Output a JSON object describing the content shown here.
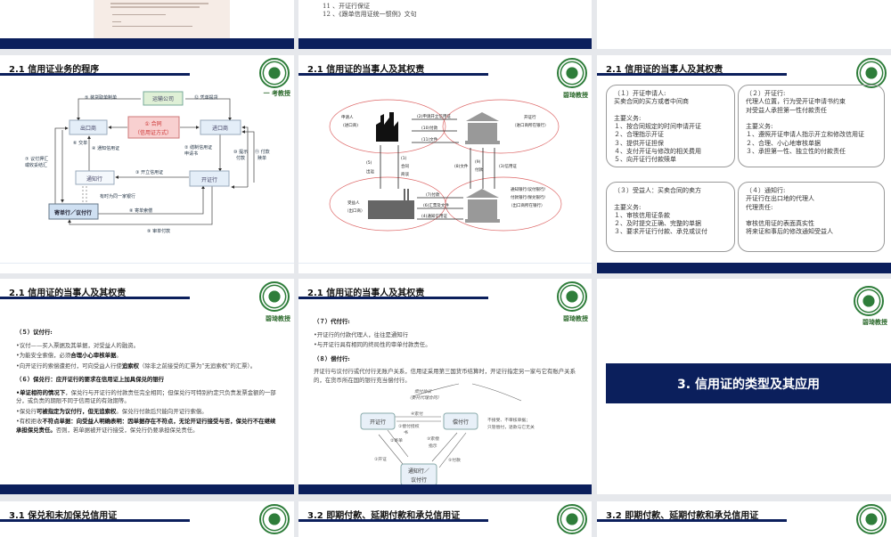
{
  "colors": {
    "navy": "#0b1f5c",
    "logo_green": "#2e7d3a",
    "box_blue": "#dbe8f5",
    "contract_red": "#f8d0d0"
  },
  "logo": {
    "signature": "碧琦教授"
  },
  "top_row": {
    "slide2_lines": [
      "11 、开证行保证",
      "12 、《跟单信用证统一惯例》文句"
    ]
  },
  "slide_process": {
    "title": "2.1  信用证业务的程序",
    "nodes": {
      "shipping": "运输公司",
      "exporter": "出口商",
      "contract": "① 合同",
      "contract2": "（信用证方式）",
      "importer": "进口商",
      "advising": "通知行",
      "issuing": "开证行",
      "negotiating": "寄单行／议付行"
    },
    "labels": [
      "⑤ 装货取单制单",
      "⑫ 凭单提货",
      "⑥ 交单",
      "④ 通知信用证",
      "② 缮制信用证",
      "申请书",
      "③ 开立信用证",
      "⑦ 议付押汇",
      "或收妥结汇",
      "有时为同一家银行",
      "⑧ 寄单索偿",
      "⑨ 审单付款",
      "⑩ 提示",
      "付款",
      "⑪ 付款",
      "赎单"
    ]
  },
  "slide_parties_diagram": {
    "title": "2.1  信用证的当事人及其权责",
    "labels": {
      "applicant": "申请人",
      "applicant2": "(进口商)",
      "issuing": "开证行",
      "issuing2": "（进口商所在银行）",
      "beneficiary": "受益人",
      "beneficiary2": "（出口商）",
      "advising": "通知银行/议付银行/",
      "advising2": "付款银行/保兑银行/",
      "advising3": "（出口商所在银行）"
    },
    "arrows": [
      "(2)申请开立信用证",
      "(10)付款",
      "(11)文件",
      "(1)",
      "合同",
      "商谈",
      "(5)",
      "出运",
      "(8)文件",
      "(9)",
      "付款",
      "(3)信用证",
      "(7)付款",
      "(6)汇票及文件",
      "(4)通知信用证"
    ]
  },
  "slide_parties_boxes": {
    "title": "2.1  信用证的当事人及其权责",
    "boxes": [
      "（１）开证申请人:\n买卖合同的买方或者中间商\n\n主要义务:\n１、按合同规定的时间申请开证\n２、合理指示开证\n３、提供开证担保\n４、支付开证与修改的相关费用\n５、向开证行付款赎单",
      "（２）开证行:\n  代理人位置，行为受开证申请书约束\n  对受益人承担第一性付款责任\n\n主要义务:\n１、遵照开证申请人指示开立和修改信用证\n２、合理、小心地审核单据\n３、承担第一性、独立性的付款责任",
      "（３）受益人：买卖合同的卖方\n\n主要义务:\n１、审核信用证条款\n２、及时提交正确、完整的单据\n３、要求开证行付款、承兑或议付",
      "（４）通知行:\n开证行在出口地的代理人\n代理责任:\n\n审核信用证的表面真实性\n将来证和事后的修改通知受益人"
    ]
  },
  "slide_negotiating": {
    "title": "2.1  信用证的当事人及其权责",
    "paragraphs": [
      [
        {
          "t": "（５）议付行:",
          "b": true,
          "h": true
        }
      ],
      [
        {
          "t": "•议付——买入票据及其单据，对受益人的融资。"
        }
      ],
      [
        {
          "t": "•为能安全索偿，必须"
        },
        {
          "t": "合理小心审核单据",
          "b": true
        },
        {
          "t": "。"
        }
      ],
      [
        {
          "t": "•向开证行的索偿遭拒付，可向受益人行使"
        },
        {
          "t": "追索权",
          "b": true
        },
        {
          "t": "（除非之前接受的汇票为“无追索权”的汇票）。"
        }
      ],
      [
        {
          "t": "（６）保兑行：应开证行的要求在信用证上加具保兑的银行",
          "b": true,
          "h": true
        }
      ],
      [
        {
          "t": "•单证相符的情况下",
          "b": true
        },
        {
          "t": "，保兑行与开证行的付款责任完全相同；但保兑行可特别约定只负责发票金额的一部分，或负责的期限不同于信用证的有效期等。"
        }
      ],
      [
        {
          "t": "•保兑行"
        },
        {
          "t": "可被指定为议付行，但无追索权",
          "b": true
        },
        {
          "t": "。保兑行付款后只能向开证行索偿。"
        }
      ],
      [
        {
          "t": "•有权拒收"
        },
        {
          "t": "不符点单据：向受益人明确表明：因单据存在不符点，无论开证行接受与否，保兑行不在继续承担保兑责任。",
          "b": true
        },
        {
          "t": "否则，若单据被开证行接受，保兑行仍要承担保兑责任。"
        }
      ]
    ]
  },
  "slide_paying": {
    "title": "2.1  信用证的当事人及其权责",
    "paragraphs": [
      [
        {
          "t": "（７）代付行:",
          "b": true,
          "h": true
        }
      ],
      [
        {
          "t": "•开证行的付款代理人，往往是通知行"
        }
      ],
      [
        {
          "t": "•与开证行具有相同的终局性的审单付款责任。"
        }
      ],
      [
        {
          "t": "（８）偿付行:",
          "b": true,
          "h": true
        }
      ],
      [
        {
          "t": "开证行与议付行或代付行无账户关系，信用证采用第三国货币结算时，开证行指定另一家与它有账户关系的，在货币所在国的银行充当偿付行。"
        }
      ]
    ],
    "diagram": {
      "agreement": "偿付协议",
      "agreement2": "（委托代理合同）",
      "issuing": "开证行",
      "reimbursing": "偿付行",
      "advising": "通知行／",
      "advising2": "议付行",
      "claim": "④索付",
      "auth": "①偿付授权",
      "auth2": "书",
      "send": "②寄单",
      "instr": "③索偿",
      "instr2": "指示",
      "open": "①开证",
      "pay": "⑤付款",
      "note": "不接受、不审核单据；",
      "note2": "只管偿付，退款与它无关"
    }
  },
  "slide_section": {
    "title": "3.   信用证的类型及其应用"
  },
  "bottom_row": {
    "titles": [
      "3.1  保兑和未加保兑信用证",
      "3.2  即期付款、延期付款和承兑信用证",
      "3.2  即期付款、延期付款和承兑信用证"
    ]
  }
}
